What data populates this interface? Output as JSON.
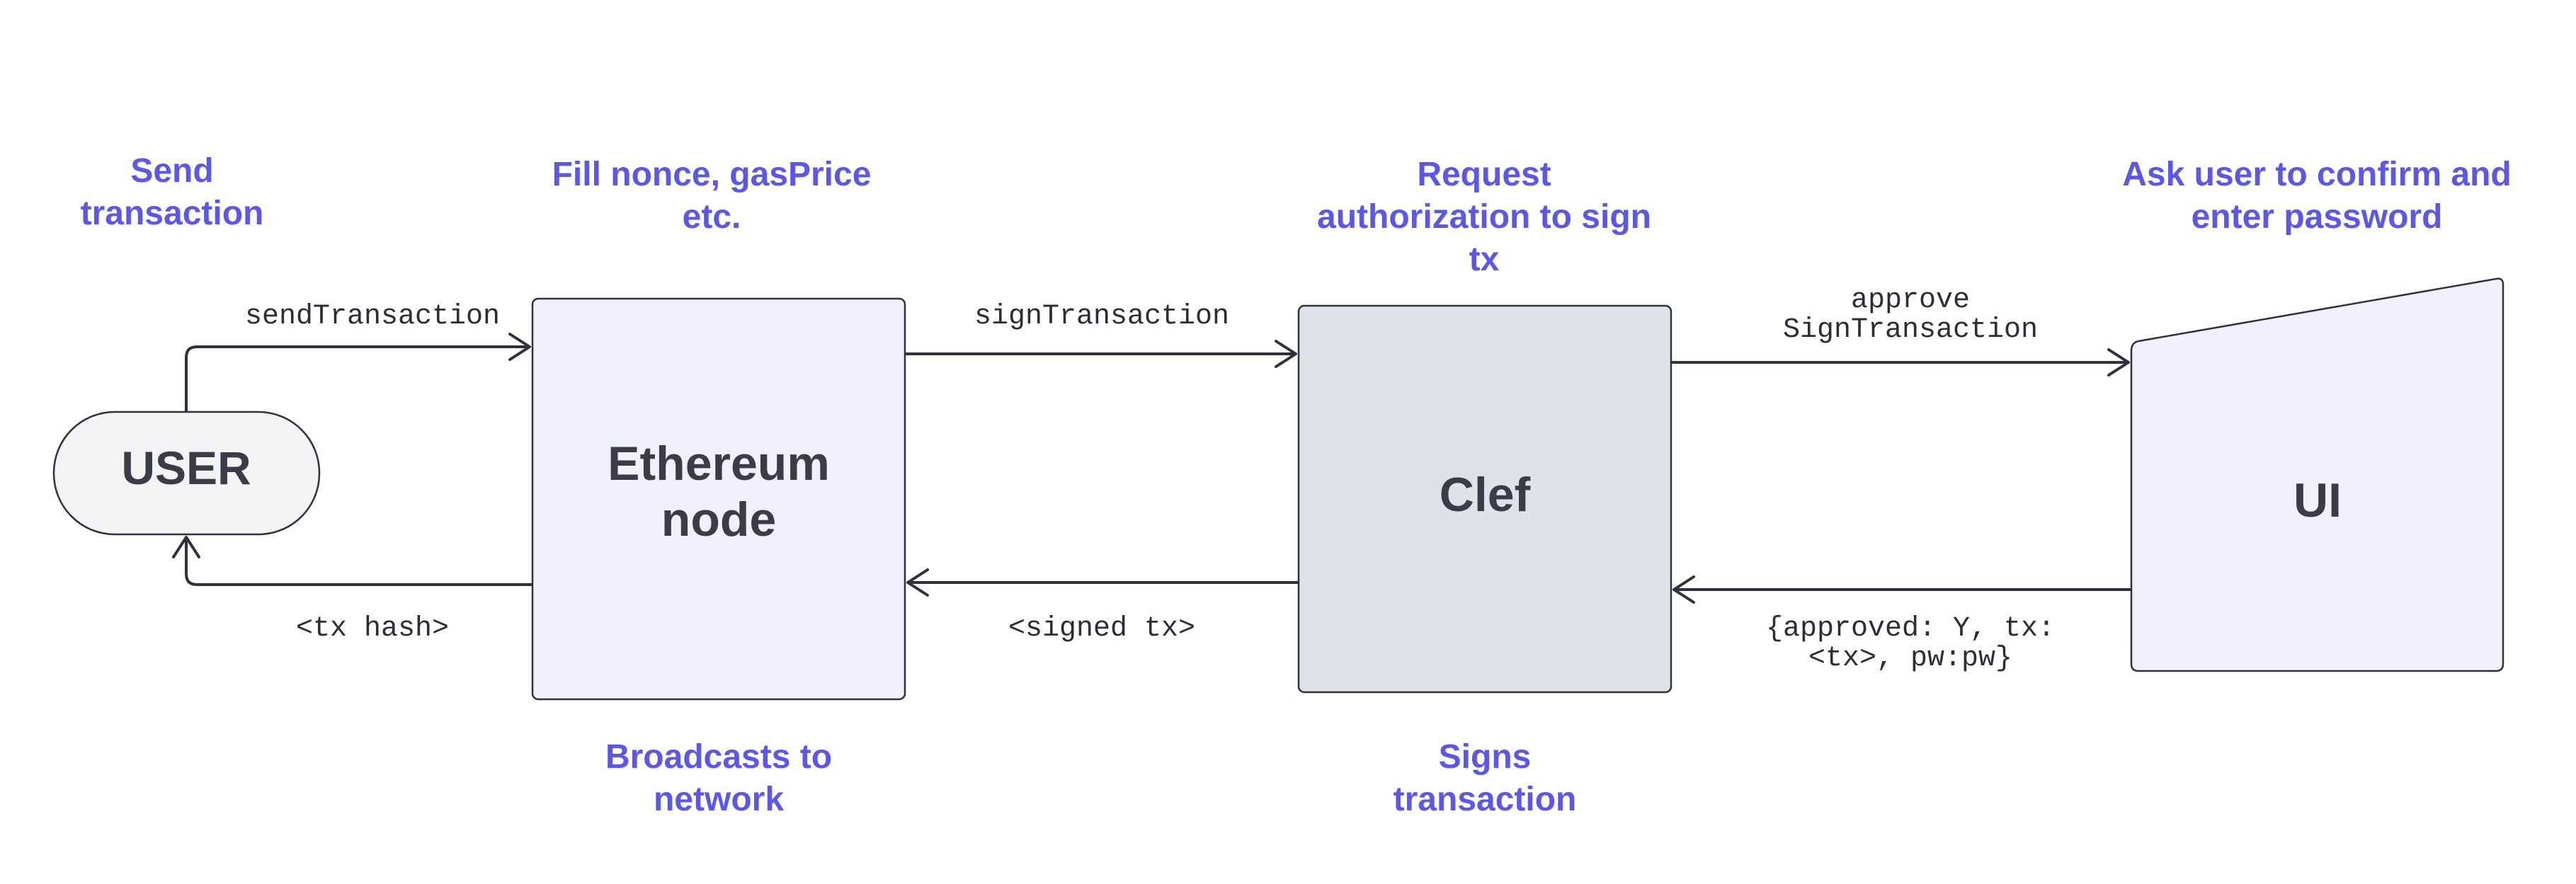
{
  "nodes": {
    "user": {
      "label": "USER"
    },
    "ethereum": {
      "label_line1": "Ethereum",
      "label_line2": "node"
    },
    "clef": {
      "label": "Clef"
    },
    "ui": {
      "label": "UI"
    }
  },
  "annotations": {
    "send": {
      "line1": "Send",
      "line2": "transaction"
    },
    "fill": {
      "line1": "Fill nonce, gasPrice",
      "line2": "etc."
    },
    "request": {
      "line1": "Request",
      "line2": "authorization to sign",
      "line3": "tx"
    },
    "ask": {
      "line1": "Ask user to confirm and",
      "line2": "enter password"
    },
    "broadcast": {
      "line1": "Broadcasts to",
      "line2": "network"
    },
    "signs": {
      "line1": "Signs",
      "line2": "transaction"
    }
  },
  "edges": {
    "send_transaction": "sendTransaction",
    "sign_transaction": "signTransaction",
    "approve": {
      "line1": "approve",
      "line2": "SignTransaction"
    },
    "tx_hash": "<tx hash>",
    "signed_tx": "<signed tx>",
    "approved": {
      "line1": "{approved: Y, tx:",
      "line2": "<tx>, pw:pw}"
    }
  },
  "colors": {
    "annotation": "#5b57e8",
    "user_fill": "#f2f3f5",
    "ethereum_fill": "#f1f1fd",
    "clef_fill": "#dfe2e6",
    "ui_fill": "#f1f1fd",
    "stroke": "#2f3140"
  }
}
